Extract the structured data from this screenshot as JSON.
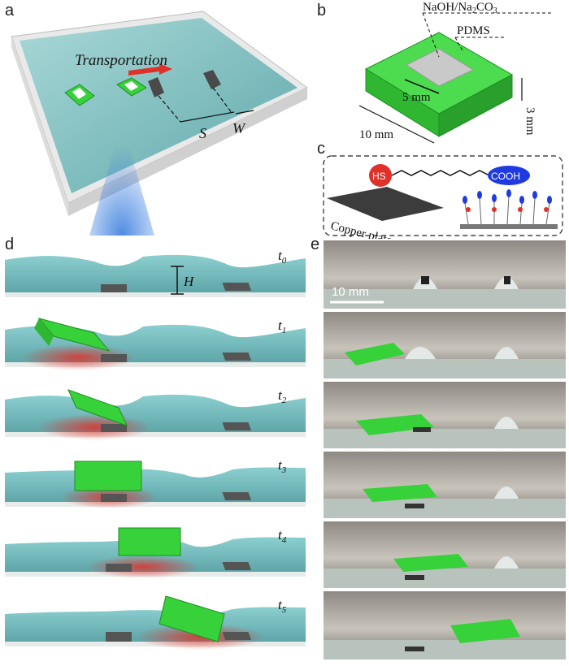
{
  "figure": {
    "panels": {
      "a": "a",
      "b": "b",
      "c": "c",
      "d": "d",
      "e": "e"
    }
  },
  "panel_a": {
    "transport_label": "Transportation",
    "s_label": "S",
    "w_label": "W"
  },
  "panel_b": {
    "coating_label": "NaOH/Na",
    "coating_sub": "2",
    "coating_tail": "CO",
    "coating_sub2": "3",
    "pdms_label": "PDMS",
    "inner_size": "5 mm",
    "outer_size": "10 mm",
    "thickness": "3 mm"
  },
  "panel_c": {
    "hs_label": "HS",
    "cooh_label": "COOH",
    "copper_label": "Copper plate"
  },
  "panel_d": {
    "h_label": "H",
    "frames": [
      {
        "t": "t",
        "sub": "0"
      },
      {
        "t": "t",
        "sub": "1"
      },
      {
        "t": "t",
        "sub": "2"
      },
      {
        "t": "t",
        "sub": "3"
      },
      {
        "t": "t",
        "sub": "4"
      },
      {
        "t": "t",
        "sub": "5"
      }
    ]
  },
  "panel_e": {
    "scale_bar": "10 mm"
  },
  "colors": {
    "water": "#7fc1c3",
    "block_green": "#37d13a",
    "red_glow": "#e0302a",
    "copper_gray": "#4a4a4a"
  }
}
